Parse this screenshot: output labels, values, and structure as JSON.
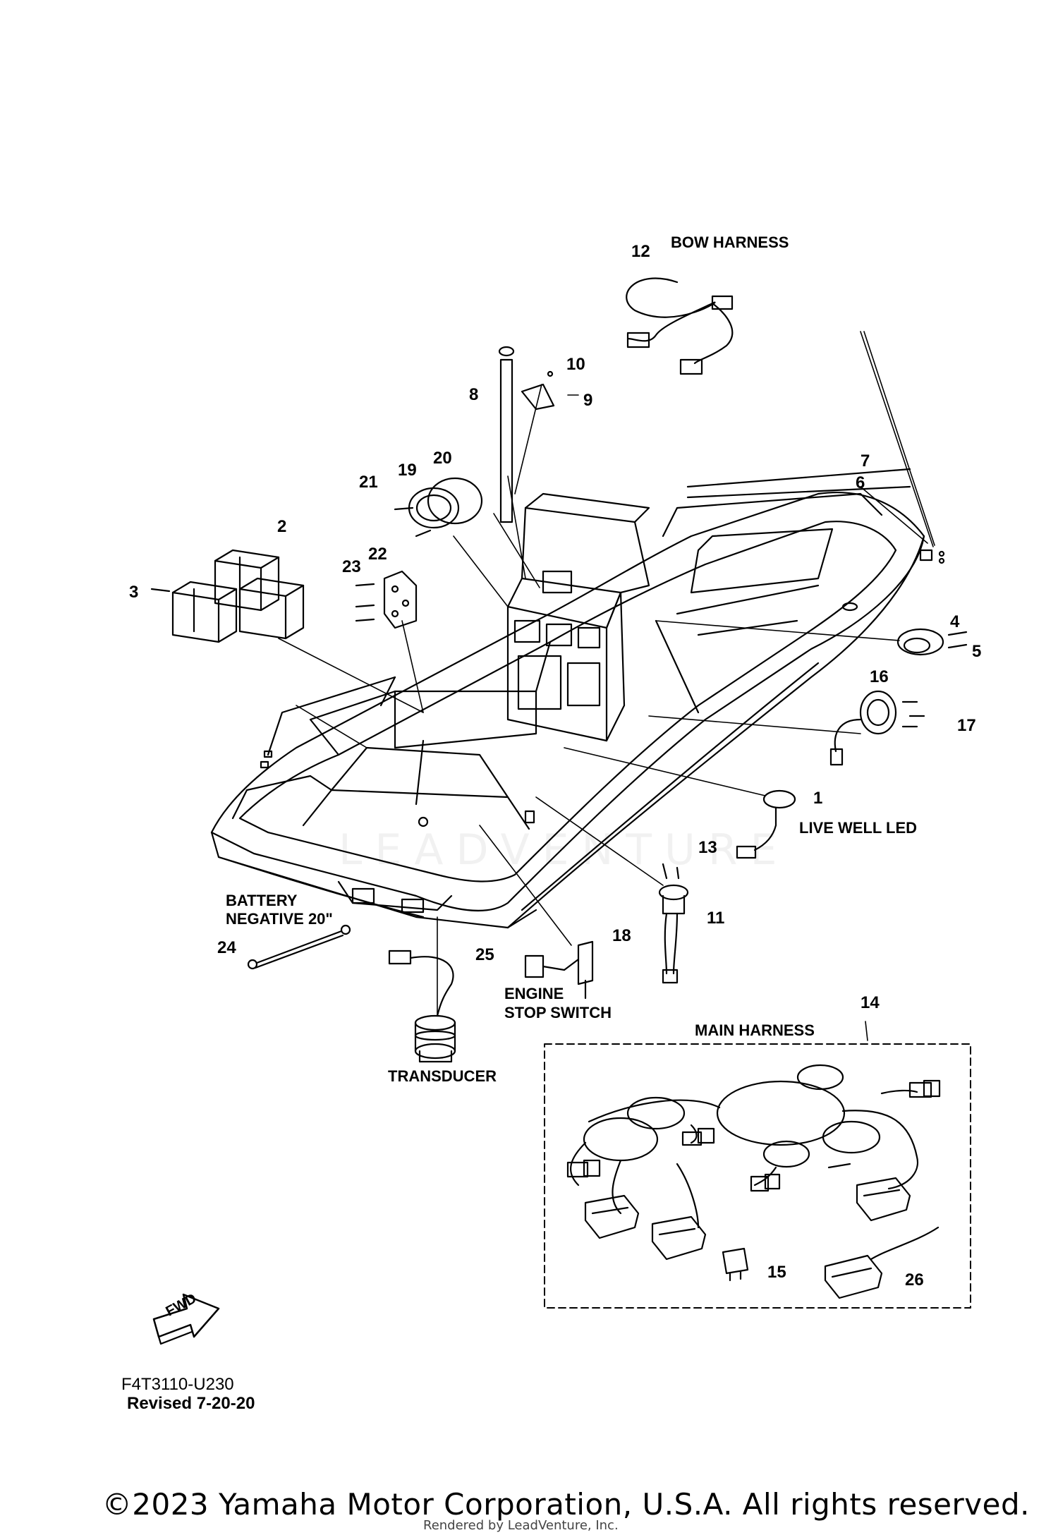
{
  "callouts": {
    "n1": "1",
    "n2": "2",
    "n3": "3",
    "n4": "4",
    "n5": "5",
    "n6": "6",
    "n7": "7",
    "n8": "8",
    "n9": "9",
    "n10": "10",
    "n11": "11",
    "n12": "12",
    "n13": "13",
    "n14": "14",
    "n15": "15",
    "n16": "16",
    "n17": "17",
    "n18": "18",
    "n19": "19",
    "n20": "20",
    "n21": "21",
    "n22": "22",
    "n23": "23",
    "n24": "24",
    "n25": "25",
    "n26": "26"
  },
  "labels": {
    "bow_harness": "BOW HARNESS",
    "live_well_led": "LIVE WELL LED",
    "battery_negative_line1": "BATTERY",
    "battery_negative_line2": "NEGATIVE 20\"",
    "engine_stop_line1": "ENGINE",
    "engine_stop_line2": "STOP SWITCH",
    "transducer": "TRANSDUCER",
    "main_harness": "MAIN HARNESS",
    "fwd": "FWD"
  },
  "footer": {
    "part_code": "F4T3110-U230",
    "revised": "Revised 7-20-20",
    "copyright": "©2023 Yamaha Motor Corporation, U.S.A. All rights reserved.",
    "rendered_by": "Rendered by LeadVenture, Inc."
  },
  "watermark": "LEADVENTURE",
  "colors": {
    "ink": "#000000",
    "background": "#ffffff"
  },
  "icons": [
    "fwd-arrow-icon"
  ]
}
